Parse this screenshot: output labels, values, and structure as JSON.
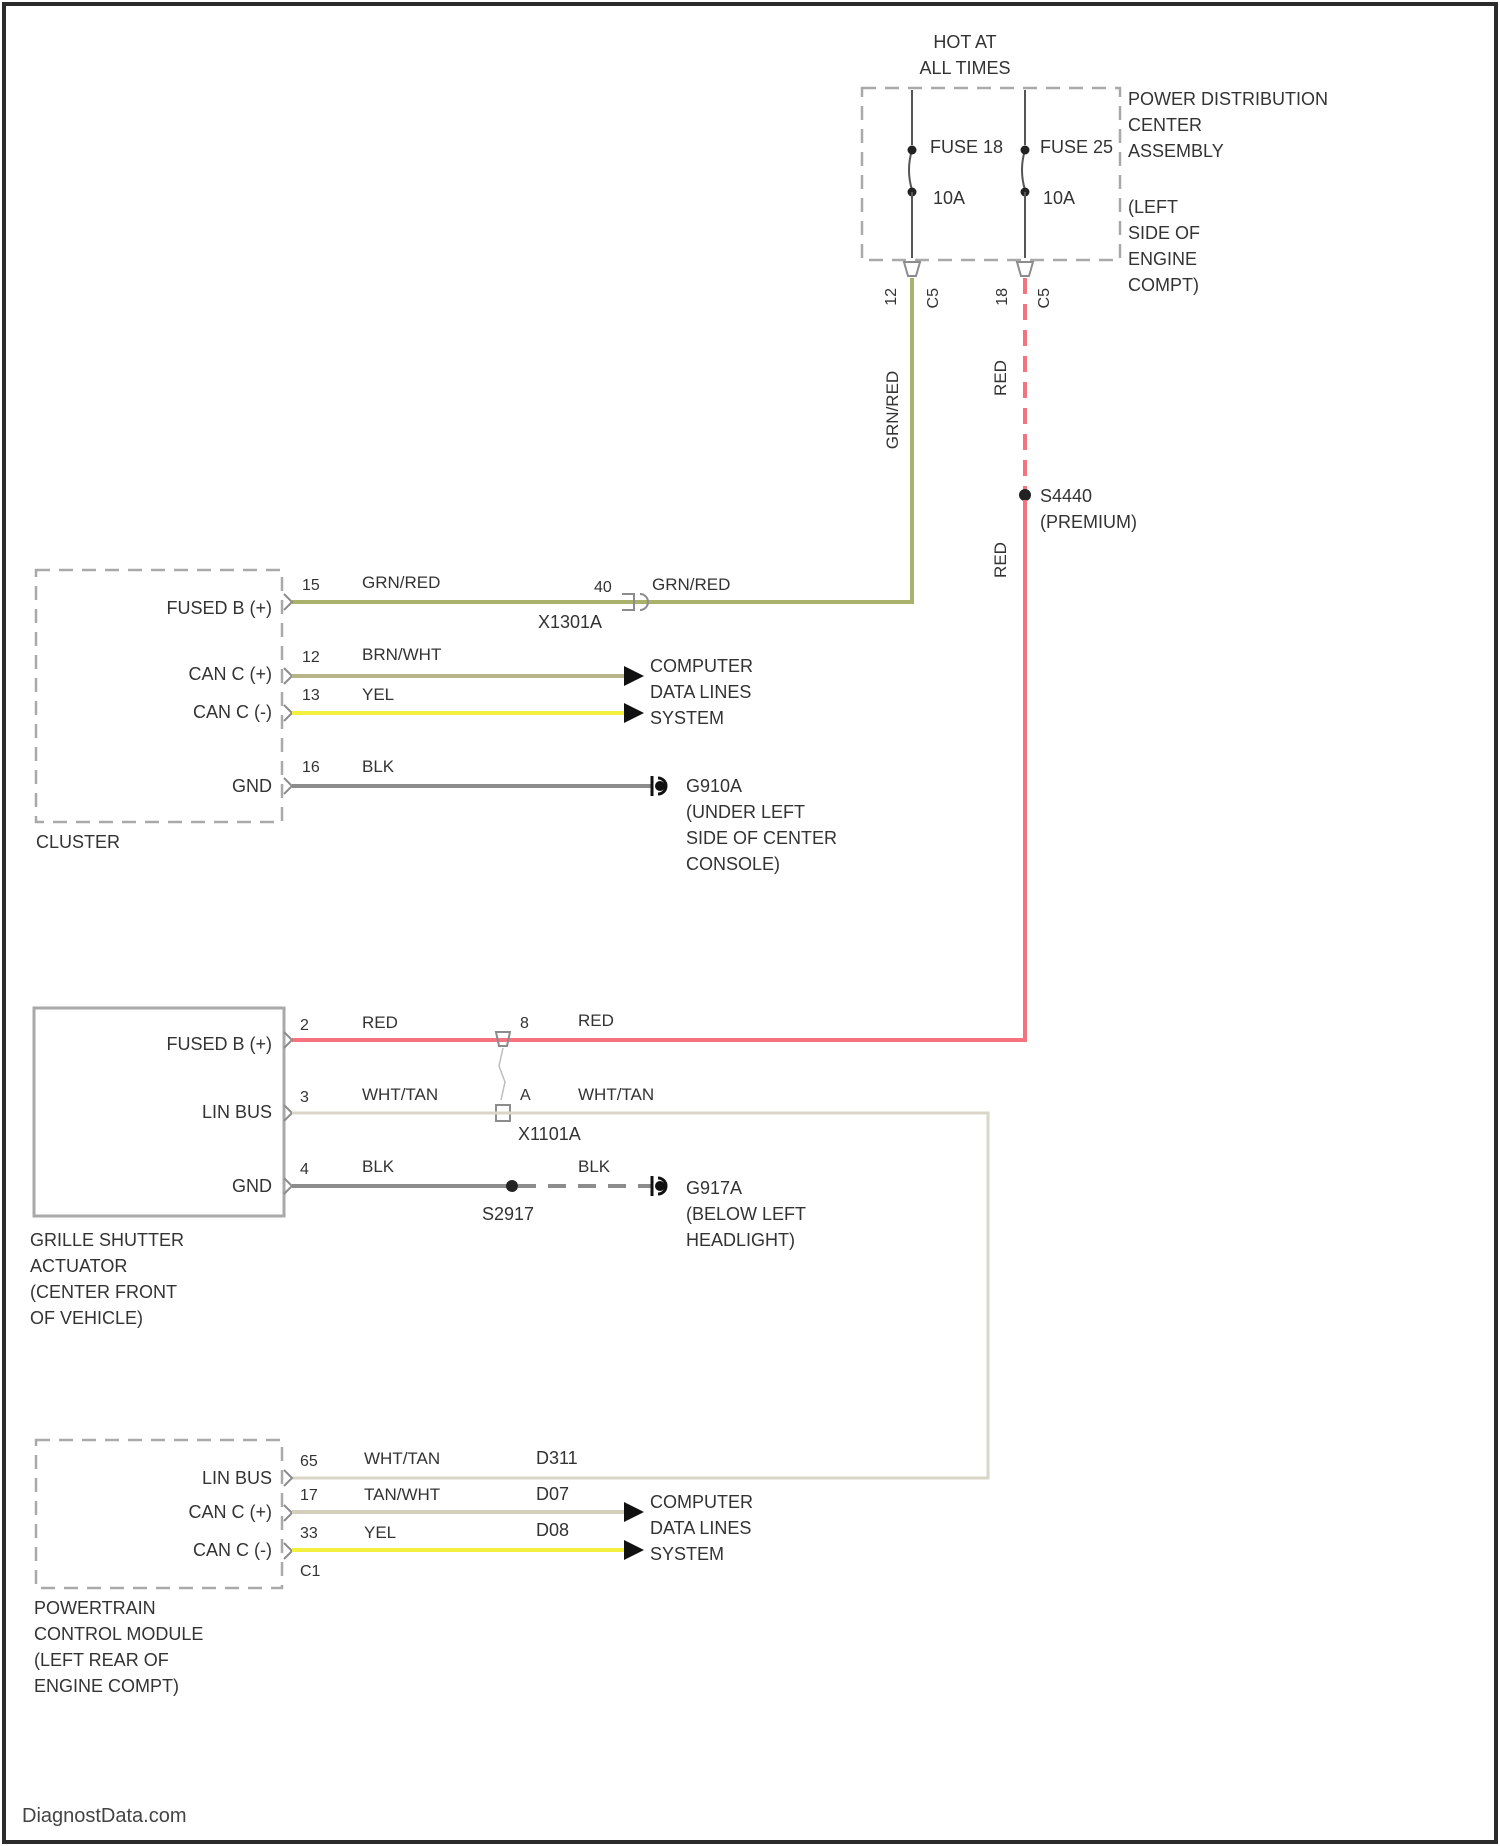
{
  "colors": {
    "grn_red": "#a8b26b",
    "brn_wht": "#b8b48a",
    "yel": "#f2ef3e",
    "red": "#f4737e",
    "wht_tan": "#d9d6c8",
    "tan_wht": "#d2cfbf",
    "blk": "#8c8c8c",
    "box": "#a9a9a9",
    "frame": "#2b2b2b"
  },
  "pdc": {
    "hot": [
      "HOT AT",
      "ALL TIMES"
    ],
    "fuse18": "FUSE 18",
    "fuse25": "FUSE 25",
    "amp1": "10A",
    "amp2": "10A",
    "name": [
      "POWER DISTRIBUTION",
      "CENTER",
      "ASSEMBLY",
      "(LEFT",
      "SIDE OF",
      "ENGINE",
      "COMPT)"
    ],
    "pin_left_a": "12",
    "pin_left_b": "C5",
    "pin_right_a": "18",
    "pin_right_b": "C5"
  },
  "vertical_wires": {
    "grn_red": "GRN/RED",
    "red_upper": "RED",
    "red_lower": "RED",
    "splice_name": "S4440",
    "splice_note": "(PREMIUM)"
  },
  "cluster": {
    "name": "CLUSTER",
    "rows": [
      {
        "label": "FUSED B (+)",
        "pin": "15",
        "wire": "GRN/RED"
      },
      {
        "label": "CAN C (+)",
        "pin": "12",
        "wire": "BRN/WHT"
      },
      {
        "label": "CAN C (-)",
        "pin": "13",
        "wire": "YEL"
      },
      {
        "label": "GND",
        "pin": "16",
        "wire": "BLK"
      }
    ],
    "conn_pin": "40",
    "conn_wire": "GRN/RED",
    "conn_name": "X1301A",
    "data_lines": [
      "COMPUTER",
      "DATA LINES",
      "SYSTEM"
    ],
    "ground": [
      "G910A",
      "(UNDER LEFT",
      "SIDE OF CENTER",
      "CONSOLE)"
    ]
  },
  "grille": {
    "name": [
      "GRILLE SHUTTER",
      "ACTUATOR",
      "(CENTER FRONT",
      "OF VEHICLE)"
    ],
    "rows": [
      {
        "label": "FUSED B (+)",
        "pin": "2",
        "wire": "RED",
        "conn_pin": "8",
        "conn_wire": "RED"
      },
      {
        "label": "LIN BUS",
        "pin": "3",
        "wire": "WHT/TAN",
        "conn_pin": "A",
        "conn_wire": "WHT/TAN"
      },
      {
        "label": "GND",
        "pin": "4",
        "wire": "BLK",
        "conn_wire": "BLK"
      }
    ],
    "conn_name": "X1101A",
    "splice": "S2917",
    "ground": [
      "G917A",
      "(BELOW LEFT",
      "HEADLIGHT)"
    ]
  },
  "pcm": {
    "name": [
      "POWERTRAIN",
      "CONTROL MODULE",
      "(LEFT REAR OF",
      "ENGINE COMPT)"
    ],
    "rows": [
      {
        "label": "LIN BUS",
        "pin": "65",
        "wire": "WHT/TAN",
        "circuit": "D311"
      },
      {
        "label": "CAN C (+)",
        "pin": "17",
        "wire": "TAN/WHT",
        "circuit": "D07"
      },
      {
        "label": "CAN C (-)",
        "pin": "33",
        "wire": "YEL",
        "circuit": "D08"
      }
    ],
    "conn": "C1",
    "data_lines": [
      "COMPUTER",
      "DATA LINES",
      "SYSTEM"
    ]
  },
  "watermark": "DiagnostData.com"
}
